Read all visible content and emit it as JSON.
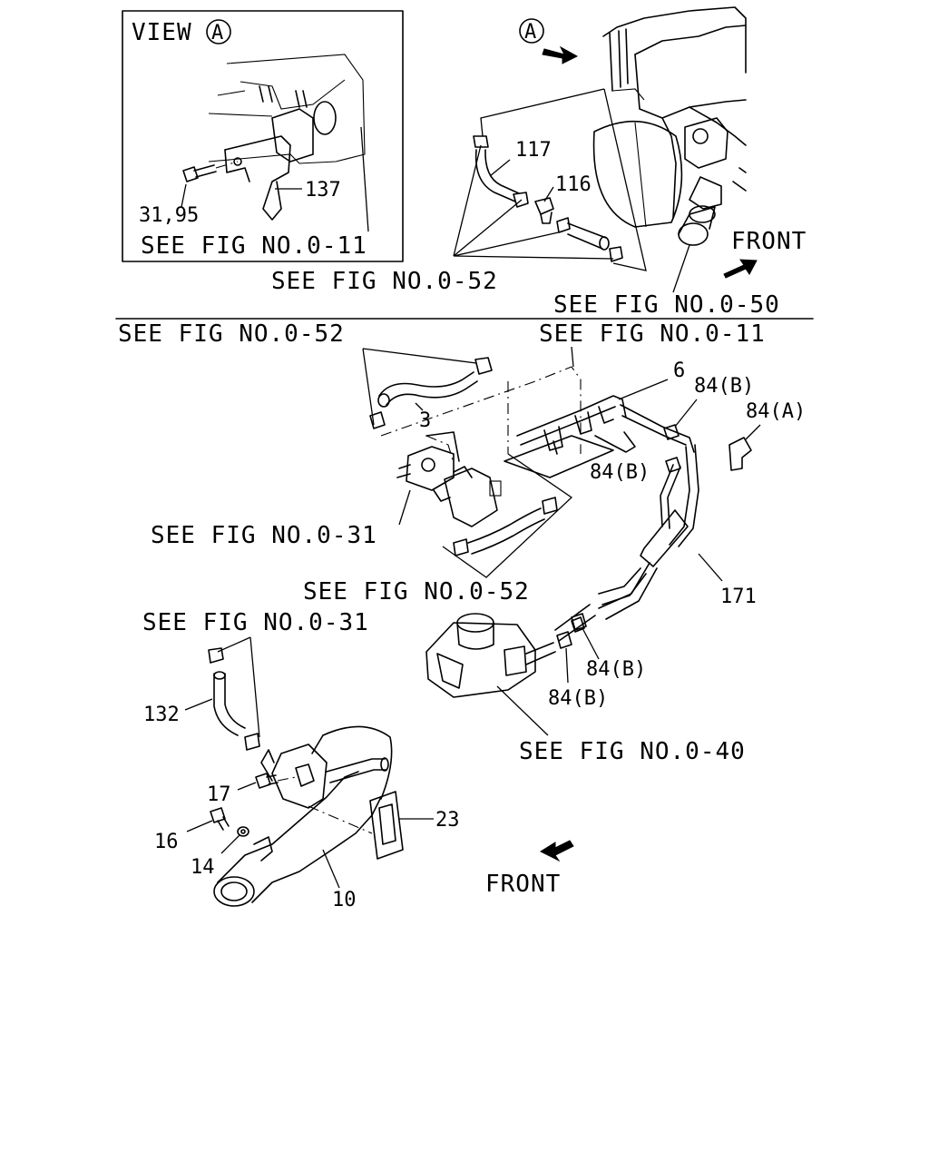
{
  "diagram": {
    "view_title": "VIEW",
    "view_marker": "A",
    "front_label_top": "FRONT",
    "front_label_bottom": "FRONT",
    "references": {
      "fig_0_11_a": "SEE FIG NO.0-11",
      "fig_0_52_a": "SEE FIG NO.0-52",
      "fig_0_50": "SEE FIG NO.0-50",
      "fig_0_52_b": "SEE FIG NO.0-52",
      "fig_0_11_b": "SEE FIG NO.0-11",
      "fig_0_31_a": "SEE FIG NO.0-31",
      "fig_0_52_c": "SEE FIG NO.0-52",
      "fig_0_31_b": "SEE FIG NO.0-31",
      "fig_0_40": "SEE FIG NO.0-40"
    },
    "part_numbers": {
      "p137": "137",
      "p31_95": "31,95",
      "p117": "117",
      "p116": "116",
      "p6": "6",
      "p84b_1": "84(B)",
      "p84a": "84(A)",
      "p84b_2": "84(B)",
      "p3": "3",
      "p171": "171",
      "p84b_3": "84(B)",
      "p84b_4": "84(B)",
      "p132": "132",
      "p17": "17",
      "p23": "23",
      "p16": "16",
      "p14": "14",
      "p10": "10"
    }
  }
}
